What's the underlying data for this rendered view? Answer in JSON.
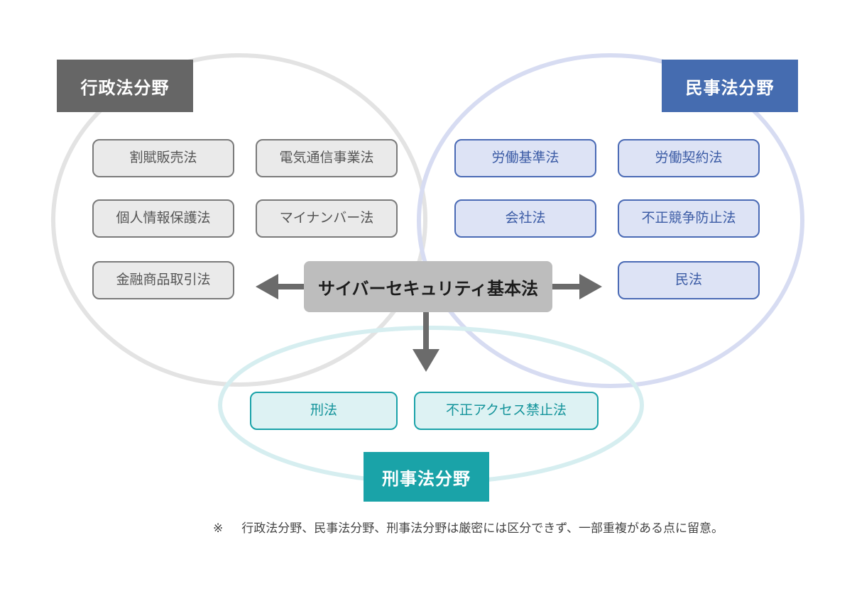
{
  "diagram": {
    "title_note": "※　行政法分野、民事法分野、刑事法分野は厳密には区分できず、一部重複がある点に留意。",
    "footnote_mark": "※",
    "footnote_text": "行政法分野、民事法分野、刑事法分野は厳密には区分できず、一部重複がある点に留意。"
  },
  "center": {
    "label": "サイバーセキュリティ基本法"
  },
  "sections": {
    "administrative": {
      "banner_label": "行政法分野",
      "banner_color": "#666666",
      "pill_fill": "#eaeaea",
      "pill_border": "#7a7a7a",
      "pill_text_color": "#555555",
      "ellipse_stroke": "#e3e3e3",
      "items": [
        {
          "label": "割賦販売法"
        },
        {
          "label": "電気通信事業法"
        },
        {
          "label": "個人情報保護法"
        },
        {
          "label": "マイナンバー法"
        },
        {
          "label": "金融商品取引法"
        }
      ]
    },
    "civil": {
      "banner_label": "民事法分野",
      "banner_color": "#456cb0",
      "pill_fill": "#dde3f5",
      "pill_border": "#4a6ab5",
      "pill_text_color": "#3b5ba5",
      "ellipse_stroke": "#d7dcf2",
      "items": [
        {
          "label": "労働基準法"
        },
        {
          "label": "労働契約法"
        },
        {
          "label": "会社法"
        },
        {
          "label": "不正競争防止法"
        },
        {
          "label": "民法"
        }
      ]
    },
    "criminal": {
      "banner_label": "刑事法分野",
      "banner_color": "#1aa3a8",
      "pill_fill": "#ddf2f3",
      "pill_border": "#19a2a8",
      "pill_text_color": "#14949b",
      "ellipse_stroke": "#d6eef0",
      "items": [
        {
          "label": "刑法"
        },
        {
          "label": "不正アクセス禁止法"
        }
      ]
    }
  },
  "arrows": {
    "left_arrow_label": "arrow-left",
    "right_arrow_label": "arrow-right",
    "down_arrow_label": "arrow-down",
    "color": "#6b6b6b"
  }
}
